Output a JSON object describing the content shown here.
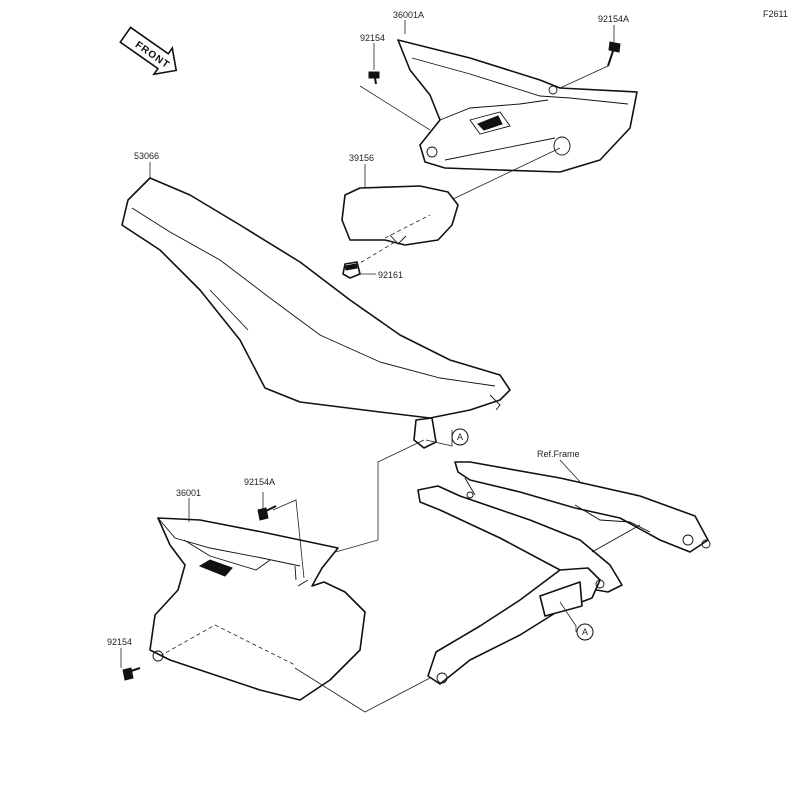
{
  "diagram_code": "F2611",
  "front_badge": "FRONT",
  "labels": {
    "cover_right": "36001A",
    "bolt_right_top": "92154A",
    "bolt_right_left": "92154",
    "seat": "53066",
    "pad": "39156",
    "damper": "92161",
    "ref_frame": "Ref.Frame",
    "cover_left": "36001",
    "bolt_left_top": "92154A",
    "bolt_left_bottom": "92154",
    "ref_a1": "A",
    "ref_a2": "A"
  }
}
